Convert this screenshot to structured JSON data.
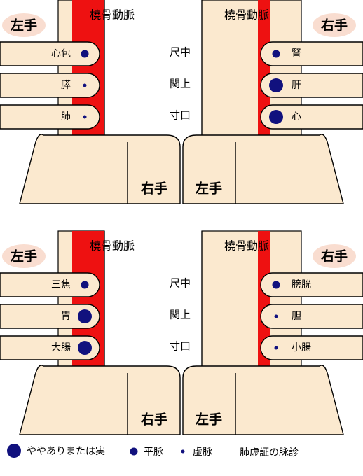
{
  "diagrams": [
    {
      "left_badge": "左手",
      "right_badge": "右手",
      "artery_left": "橈骨動脈",
      "artery_right": "橈骨動脈",
      "positions": [
        "尺中",
        "関上",
        "寸口"
      ],
      "left_organs": [
        {
          "name": "心包",
          "pulse": "medium"
        },
        {
          "name": "膵",
          "pulse": "small"
        },
        {
          "name": "肺",
          "pulse": "small"
        }
      ],
      "right_organs": [
        {
          "name": "腎",
          "pulse": "medium"
        },
        {
          "name": "肝",
          "pulse": "large"
        },
        {
          "name": "心",
          "pulse": "large"
        }
      ],
      "bottom_left": "右手",
      "bottom_right": "左手"
    },
    {
      "left_badge": "左手",
      "right_badge": "右手",
      "artery_left": "橈骨動脈",
      "artery_right": "橈骨動脈",
      "positions": [
        "尺中",
        "関上",
        "寸口"
      ],
      "left_organs": [
        {
          "name": "三焦",
          "pulse": "medium"
        },
        {
          "name": "胃",
          "pulse": "large"
        },
        {
          "name": "大腸",
          "pulse": "large"
        }
      ],
      "right_organs": [
        {
          "name": "膀胱",
          "pulse": "medium"
        },
        {
          "name": "胆",
          "pulse": "small"
        },
        {
          "name": "小腸",
          "pulse": "small"
        }
      ],
      "bottom_left": "右手",
      "bottom_right": "左手"
    }
  ],
  "legend": {
    "large": "ややありまたは実",
    "medium": "平脉",
    "small": "虚脉",
    "caption": "肺虚証の脉診"
  },
  "colors": {
    "skin": "#fbe9cf",
    "artery": "#ee1111",
    "badge": "#f9ddd0",
    "dot": "#11117e",
    "outline": "#000000"
  }
}
